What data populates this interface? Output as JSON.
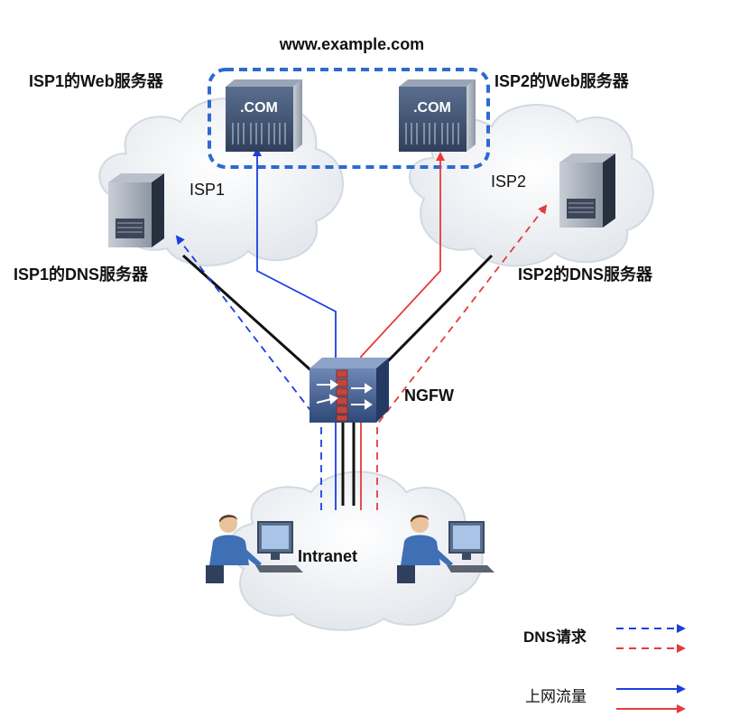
{
  "labels": {
    "domain": "www.example.com",
    "isp1_web": "ISP1的Web服务器",
    "isp2_web": "ISP2的Web服务器",
    "isp1_dns": "ISP1的DNS服务器",
    "isp2_dns": "ISP2的DNS服务器",
    "isp1": "ISP1",
    "isp2": "ISP2",
    "ngfw": "NGFW",
    "intranet": "Intranet",
    "com_badge": ".COM"
  },
  "legend": {
    "dns_request": "DNS请求",
    "internet_traffic": "上网流量"
  },
  "colors": {
    "blue": "#1a3fe0",
    "red": "#e53b3b",
    "black": "#111111",
    "dashed_box": "#2d6ad1",
    "cloud_fill": "#e9edf2",
    "cloud_stroke": "#cfd6df"
  }
}
